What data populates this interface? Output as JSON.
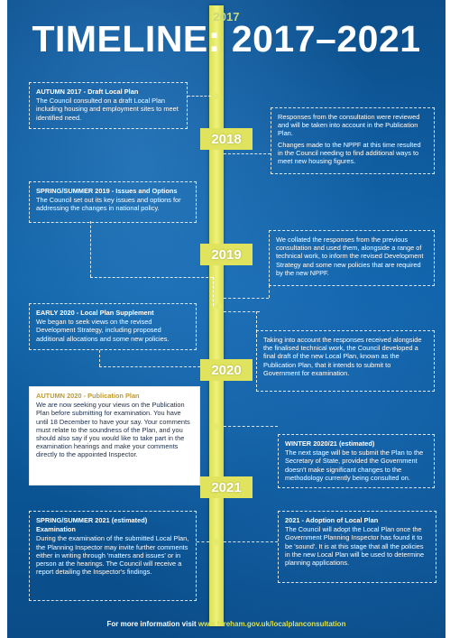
{
  "title": "TIMELINE: 2017–2021",
  "years": {
    "y2017": "2017",
    "y2018": "2018",
    "y2019": "2019",
    "y2020": "2020",
    "y2021": "2021"
  },
  "boxes": {
    "autumn2017": {
      "heading": "AUTUMN 2017 - Draft Local Plan",
      "body": "The Council consulted on a draft Local Plan including housing and employment sites to meet identified need."
    },
    "responses2018": {
      "body1": "Responses from the consultation were reviewed and will be taken into account in the Publication Plan.",
      "body2": "Changes made to the NPPF at this time resulted in the Council needing to find additional ways to meet new housing figures."
    },
    "spring2019": {
      "heading": "SPRING/SUMMER 2019 - Issues and Options",
      "body": "The Council set out its key issues and options for addressing the changes in national policy."
    },
    "collated2019": {
      "body": "We collated the responses from the previous consultation and used them, alongside a range of technical work, to inform the revised Development Strategy and some new policies that are required by the new NPPF."
    },
    "early2020": {
      "heading": "EARLY 2020 - Local Plan Supplement",
      "body": "We began to seek views on the revised Development Strategy, including proposed additional allocations and some new policies."
    },
    "taking2020": {
      "body": "Taking into account the responses received alongside the finalised technical work, the Council developed a final draft of the new Local Plan, known as the Publication Plan, that it intends to submit to Government for examination."
    },
    "autumn2020": {
      "heading": "AUTUMN 2020 - Publication Plan",
      "body": "We are now seeking your views on the Publication Plan before submitting for examination. You have until 18 December to have your say. Your comments must relate to the soundness of the Plan, and you should also say if you would like to take part in the examination hearings and make your comments directly to the appointed Inspector."
    },
    "winter2020": {
      "heading": "WINTER 2020/21 (estimated)",
      "body": "The next stage will be to submit the Plan to the Secretary of State, provided the Government doesn't make significant changes to the methodology currently being consulted on."
    },
    "spring2021": {
      "heading": "SPRING/SUMMER 2021 (estimated)",
      "heading2": "Examination",
      "body": "During the examination of the submitted Local Plan, the Planning Inspector may invite further comments either in writing through 'matters and issues' or in person at the hearings. The Council will receive a report detailing the Inspector's findings."
    },
    "adoption2021": {
      "heading": "2021 - Adoption of Local Plan",
      "body": "The Council will adopt the Local Plan once the Government Planning Inspector has found it to be 'sound'. It is at this stage that all the policies in the new Local Plan will be used to determine planning applications."
    }
  },
  "footer": {
    "prefix": "For more information visit ",
    "url": "www.fareham.gov.uk/localplanconsultation"
  },
  "colors": {
    "background": "#0b5fa3",
    "spine": "#e3e85f",
    "highlight_heading": "#c19a2a"
  }
}
